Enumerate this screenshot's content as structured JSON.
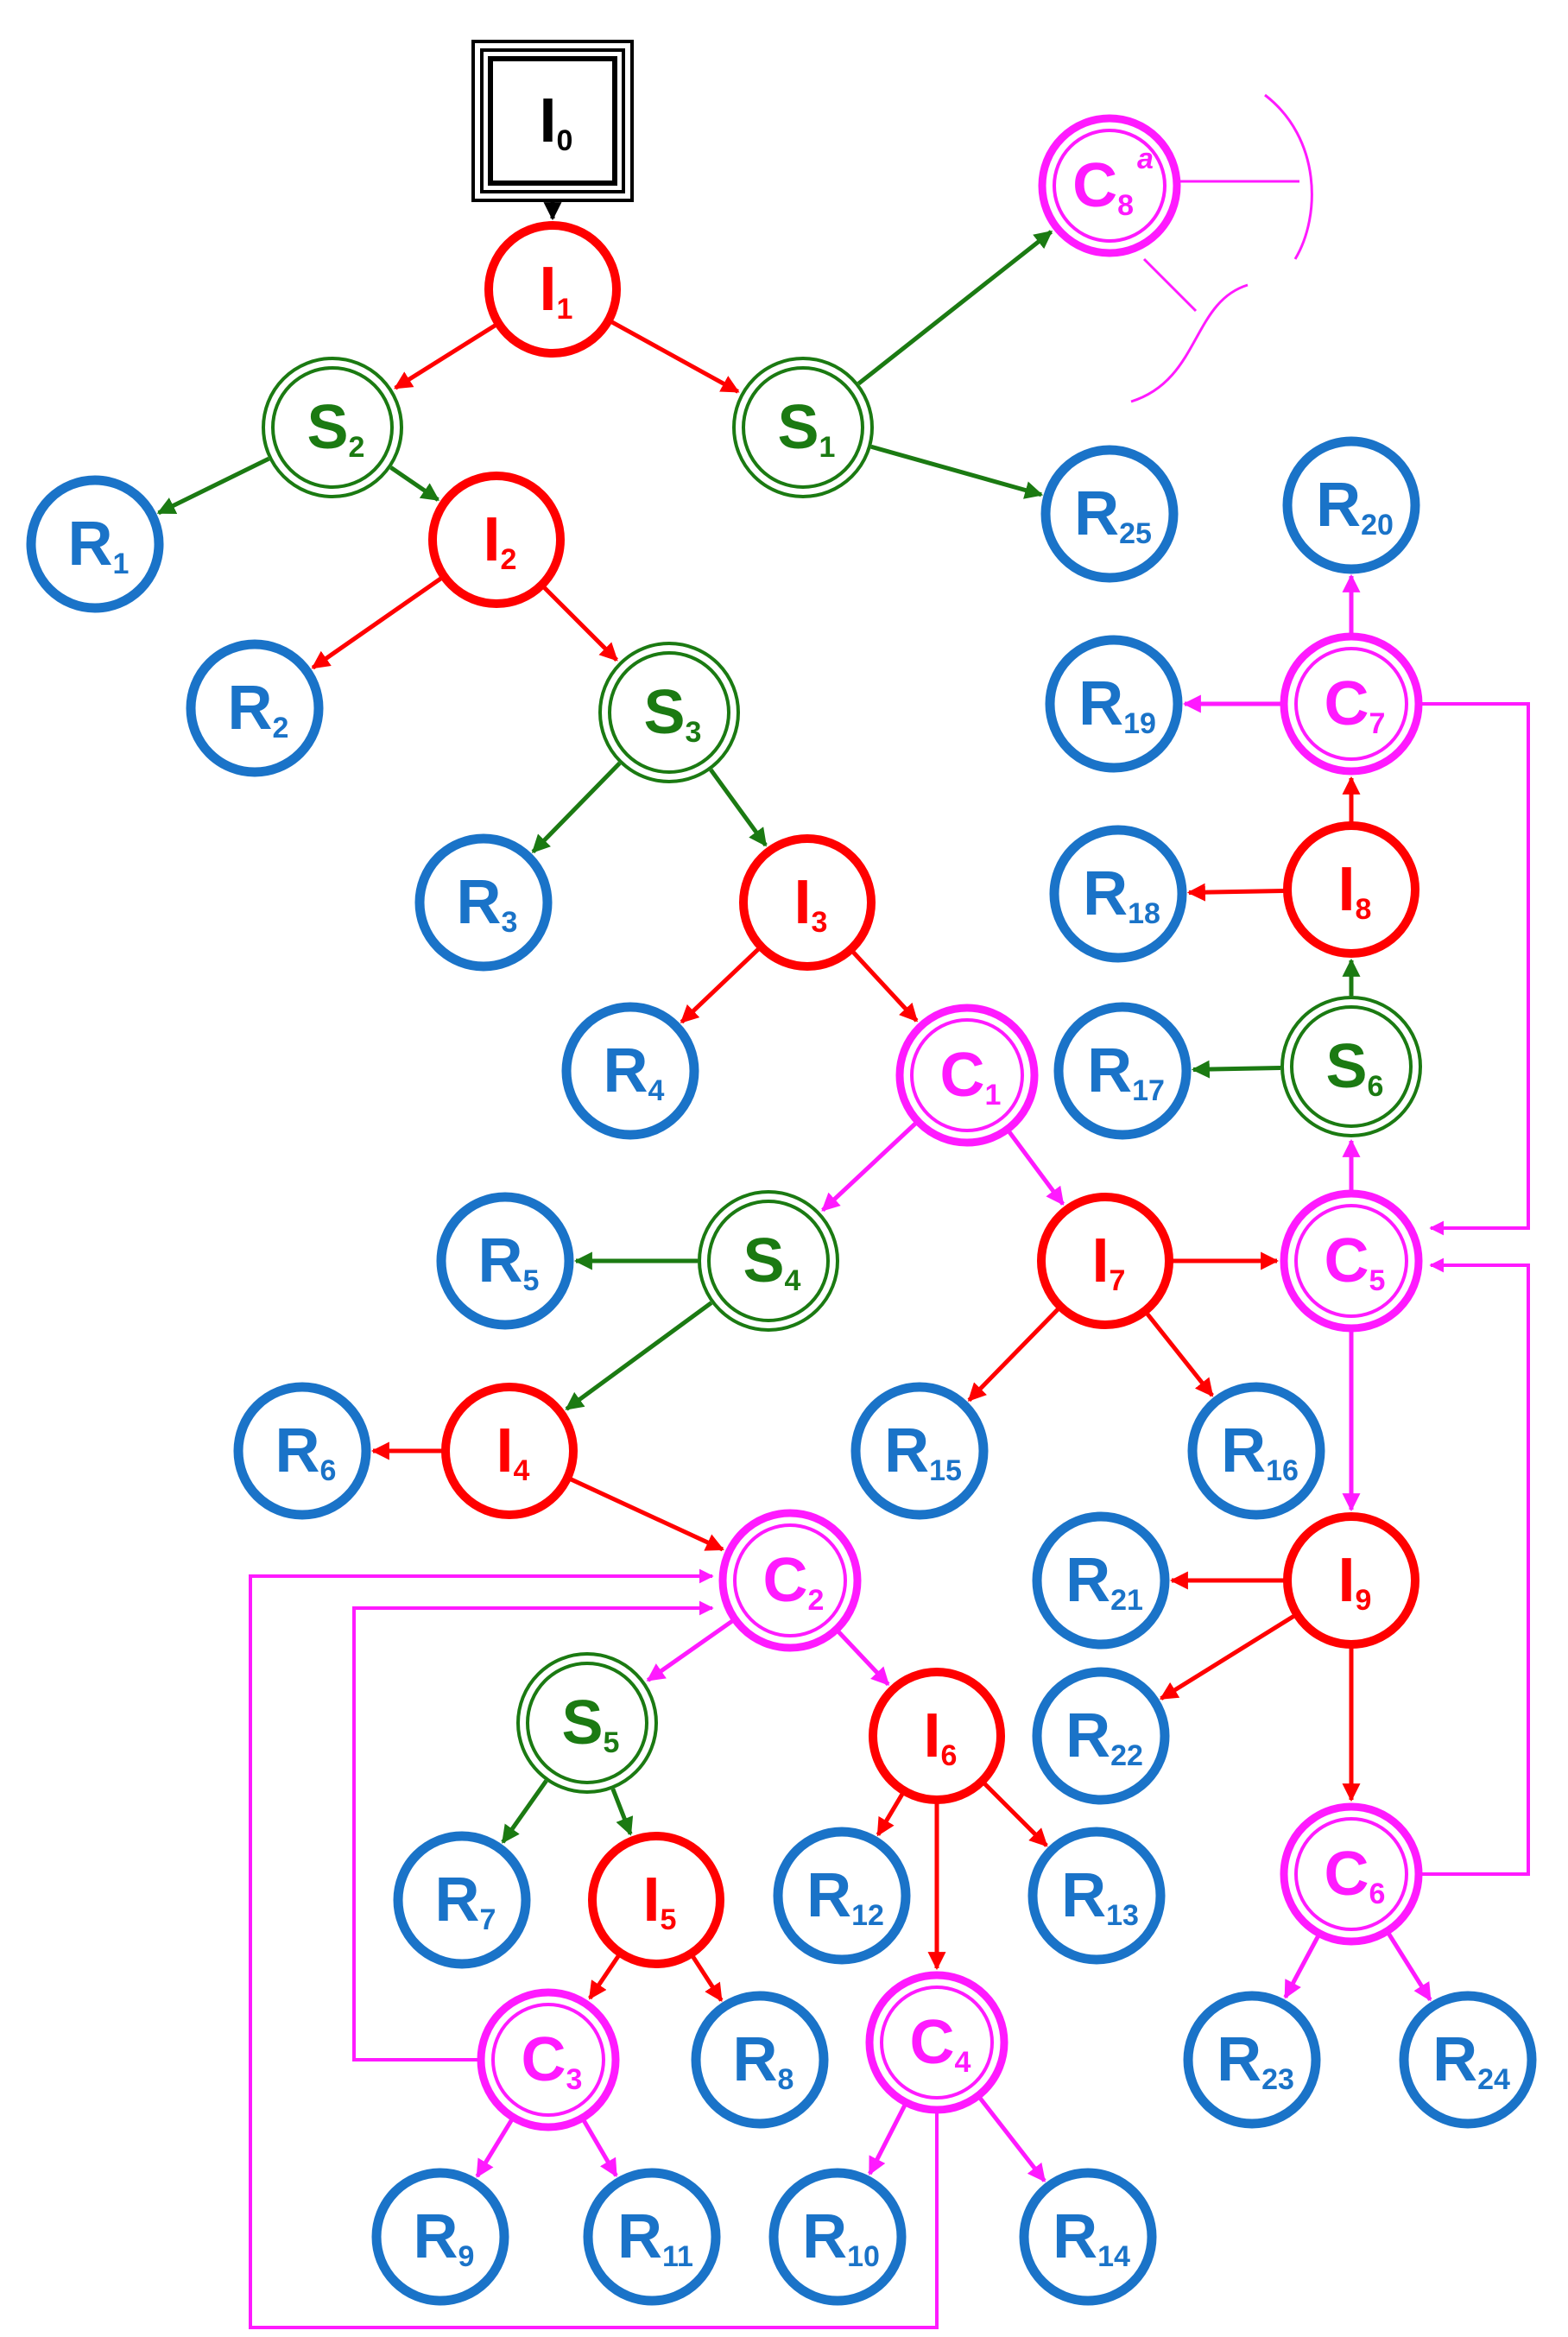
{
  "colors": {
    "input": "#000000",
    "decision": "#ff0000",
    "split": "#1b7a12",
    "result": "#1a73c8",
    "merge": "#ff1aff"
  },
  "nodes": [
    {
      "id": "I0",
      "letter": "I",
      "sub": "0",
      "kind": "start"
    },
    {
      "id": "I1",
      "letter": "I",
      "sub": "1",
      "kind": "decision"
    },
    {
      "id": "S2",
      "letter": "S",
      "sub": "2",
      "kind": "split"
    },
    {
      "id": "S1",
      "letter": "S",
      "sub": "1",
      "kind": "split"
    },
    {
      "id": "C8",
      "letter": "C",
      "sub": "8",
      "sup": "a",
      "kind": "merge"
    },
    {
      "id": "R1",
      "letter": "R",
      "sub": "1",
      "kind": "result"
    },
    {
      "id": "I2",
      "letter": "I",
      "sub": "2",
      "kind": "decision"
    },
    {
      "id": "R25",
      "letter": "R",
      "sub": "25",
      "kind": "result"
    },
    {
      "id": "R20",
      "letter": "R",
      "sub": "20",
      "kind": "result"
    },
    {
      "id": "R2",
      "letter": "R",
      "sub": "2",
      "kind": "result"
    },
    {
      "id": "S3",
      "letter": "S",
      "sub": "3",
      "kind": "split"
    },
    {
      "id": "R19",
      "letter": "R",
      "sub": "19",
      "kind": "result"
    },
    {
      "id": "C7",
      "letter": "C",
      "sub": "7",
      "kind": "merge"
    },
    {
      "id": "R3",
      "letter": "R",
      "sub": "3",
      "kind": "result"
    },
    {
      "id": "I3",
      "letter": "I",
      "sub": "3",
      "kind": "decision"
    },
    {
      "id": "R18",
      "letter": "R",
      "sub": "18",
      "kind": "result"
    },
    {
      "id": "I8",
      "letter": "I",
      "sub": "8",
      "kind": "decision"
    },
    {
      "id": "R4",
      "letter": "R",
      "sub": "4",
      "kind": "result"
    },
    {
      "id": "C1",
      "letter": "C",
      "sub": "1",
      "kind": "merge"
    },
    {
      "id": "R17",
      "letter": "R",
      "sub": "17",
      "kind": "result"
    },
    {
      "id": "S6",
      "letter": "S",
      "sub": "6",
      "kind": "split"
    },
    {
      "id": "R5",
      "letter": "R",
      "sub": "5",
      "kind": "result"
    },
    {
      "id": "S4",
      "letter": "S",
      "sub": "4",
      "kind": "split"
    },
    {
      "id": "I7",
      "letter": "I",
      "sub": "7",
      "kind": "decision"
    },
    {
      "id": "C5",
      "letter": "C",
      "sub": "5",
      "kind": "merge"
    },
    {
      "id": "R6",
      "letter": "R",
      "sub": "6",
      "kind": "result"
    },
    {
      "id": "I4",
      "letter": "I",
      "sub": "4",
      "kind": "decision"
    },
    {
      "id": "R15",
      "letter": "R",
      "sub": "15",
      "kind": "result"
    },
    {
      "id": "R16",
      "letter": "R",
      "sub": "16",
      "kind": "result"
    },
    {
      "id": "C2",
      "letter": "C",
      "sub": "2",
      "kind": "merge"
    },
    {
      "id": "R21",
      "letter": "R",
      "sub": "21",
      "kind": "result"
    },
    {
      "id": "I9",
      "letter": "I",
      "sub": "9",
      "kind": "decision"
    },
    {
      "id": "S5",
      "letter": "S",
      "sub": "5",
      "kind": "split"
    },
    {
      "id": "I6",
      "letter": "I",
      "sub": "6",
      "kind": "decision"
    },
    {
      "id": "R22",
      "letter": "R",
      "sub": "22",
      "kind": "result"
    },
    {
      "id": "R7",
      "letter": "R",
      "sub": "7",
      "kind": "result"
    },
    {
      "id": "I5",
      "letter": "I",
      "sub": "5",
      "kind": "decision"
    },
    {
      "id": "R12",
      "letter": "R",
      "sub": "12",
      "kind": "result"
    },
    {
      "id": "R13",
      "letter": "R",
      "sub": "13",
      "kind": "result"
    },
    {
      "id": "C6",
      "letter": "C",
      "sub": "6",
      "kind": "merge"
    },
    {
      "id": "C3",
      "letter": "C",
      "sub": "3",
      "kind": "merge"
    },
    {
      "id": "R8",
      "letter": "R",
      "sub": "8",
      "kind": "result"
    },
    {
      "id": "C4",
      "letter": "C",
      "sub": "4",
      "kind": "merge"
    },
    {
      "id": "R23",
      "letter": "R",
      "sub": "23",
      "kind": "result"
    },
    {
      "id": "R24",
      "letter": "R",
      "sub": "24",
      "kind": "result"
    },
    {
      "id": "R9",
      "letter": "R",
      "sub": "9",
      "kind": "result"
    },
    {
      "id": "R11",
      "letter": "R",
      "sub": "11",
      "kind": "result"
    },
    {
      "id": "R10",
      "letter": "R",
      "sub": "10",
      "kind": "result"
    },
    {
      "id": "R14",
      "letter": "R",
      "sub": "14",
      "kind": "result"
    }
  ],
  "edges": [
    {
      "from": "I0",
      "to": "I1",
      "kind": "start"
    },
    {
      "from": "I1",
      "to": "S2",
      "kind": "decision"
    },
    {
      "from": "I1",
      "to": "S1",
      "kind": "decision"
    },
    {
      "from": "S1",
      "to": "C8",
      "kind": "split"
    },
    {
      "from": "S1",
      "to": "R25",
      "kind": "split"
    },
    {
      "from": "S2",
      "to": "R1",
      "kind": "split"
    },
    {
      "from": "S2",
      "to": "I2",
      "kind": "split"
    },
    {
      "from": "I2",
      "to": "R2",
      "kind": "decision"
    },
    {
      "from": "I2",
      "to": "S3",
      "kind": "decision"
    },
    {
      "from": "S3",
      "to": "R3",
      "kind": "split"
    },
    {
      "from": "S3",
      "to": "I3",
      "kind": "split"
    },
    {
      "from": "I3",
      "to": "R4",
      "kind": "decision"
    },
    {
      "from": "I3",
      "to": "C1",
      "kind": "decision"
    },
    {
      "from": "C1",
      "to": "S4",
      "kind": "merge"
    },
    {
      "from": "C1",
      "to": "I7",
      "kind": "merge"
    },
    {
      "from": "S4",
      "to": "R5",
      "kind": "split"
    },
    {
      "from": "S4",
      "to": "I4",
      "kind": "split"
    },
    {
      "from": "I4",
      "to": "R6",
      "kind": "decision"
    },
    {
      "from": "I4",
      "to": "C2",
      "kind": "decision"
    },
    {
      "from": "C2",
      "to": "S5",
      "kind": "merge"
    },
    {
      "from": "C2",
      "to": "I6",
      "kind": "merge"
    },
    {
      "from": "S5",
      "to": "R7",
      "kind": "split"
    },
    {
      "from": "S5",
      "to": "I5",
      "kind": "split"
    },
    {
      "from": "I5",
      "to": "C3",
      "kind": "decision"
    },
    {
      "from": "I5",
      "to": "R8",
      "kind": "decision"
    },
    {
      "from": "C3",
      "to": "R9",
      "kind": "merge"
    },
    {
      "from": "C3",
      "to": "R11",
      "kind": "merge"
    },
    {
      "from": "I6",
      "to": "R12",
      "kind": "decision"
    },
    {
      "from": "I6",
      "to": "R13",
      "kind": "decision"
    },
    {
      "from": "I6",
      "to": "C4",
      "kind": "decision"
    },
    {
      "from": "C4",
      "to": "R10",
      "kind": "merge"
    },
    {
      "from": "C4",
      "to": "R14",
      "kind": "merge"
    },
    {
      "from": "I7",
      "to": "R15",
      "kind": "decision"
    },
    {
      "from": "I7",
      "to": "R16",
      "kind": "decision"
    },
    {
      "from": "I7",
      "to": "C5",
      "kind": "decision"
    },
    {
      "from": "C5",
      "to": "S6",
      "kind": "merge"
    },
    {
      "from": "C5",
      "to": "I9",
      "kind": "merge"
    },
    {
      "from": "S6",
      "to": "R17",
      "kind": "split"
    },
    {
      "from": "S6",
      "to": "I8",
      "kind": "split"
    },
    {
      "from": "I8",
      "to": "R18",
      "kind": "decision"
    },
    {
      "from": "I8",
      "to": "C7",
      "kind": "decision"
    },
    {
      "from": "C7",
      "to": "R19",
      "kind": "merge"
    },
    {
      "from": "C7",
      "to": "R20",
      "kind": "merge"
    },
    {
      "from": "I9",
      "to": "R21",
      "kind": "decision"
    },
    {
      "from": "I9",
      "to": "R22",
      "kind": "decision"
    },
    {
      "from": "I9",
      "to": "C6",
      "kind": "decision"
    },
    {
      "from": "C6",
      "to": "R23",
      "kind": "merge"
    },
    {
      "from": "C6",
      "to": "R24",
      "kind": "merge"
    }
  ],
  "loops": [
    {
      "from": "C3",
      "to": "C2",
      "kind": "merge"
    },
    {
      "from": "C4",
      "to": "C2",
      "kind": "merge"
    },
    {
      "from": "C7",
      "to": "C5",
      "kind": "merge"
    },
    {
      "from": "C6",
      "to": "C5",
      "kind": "merge"
    }
  ]
}
